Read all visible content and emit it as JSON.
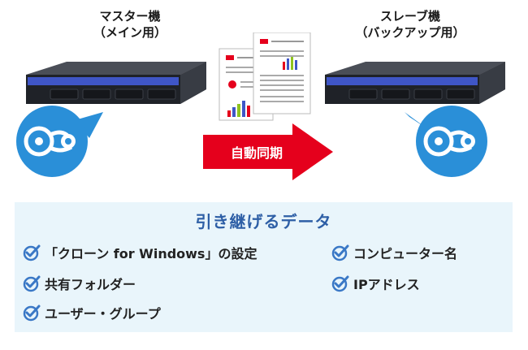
{
  "master": {
    "title": "マスター機",
    "subtitle": "（メイン用）"
  },
  "slave": {
    "title": "スレーブ機",
    "subtitle": "（バックアップ用）"
  },
  "sync": {
    "label": "自動同期"
  },
  "panel": {
    "title": "引き継げるデータ",
    "items_left": [
      "「クローン for Windows」の設定",
      "共有フォルダー",
      "ユーザー・グループ"
    ],
    "items_right": [
      "コンピューター名",
      "IPアドレス"
    ]
  },
  "colors": {
    "accent_blue": "#2a8fd8",
    "arrow_red": "#e5001c",
    "panel_bg": "#e9f5fb",
    "title_blue": "#2e5fa6",
    "check_blue": "#3a78c6"
  }
}
